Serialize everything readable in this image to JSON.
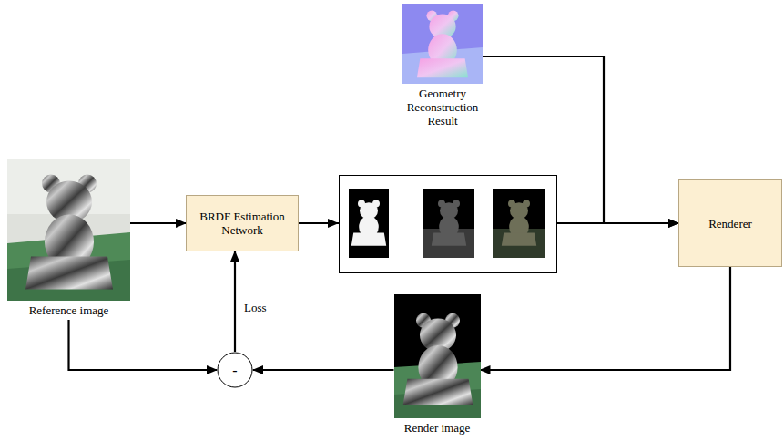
{
  "diagram": {
    "nodes": [
      {
        "text": [
          "Reference image"
        ]
      },
      {
        "text": [
          "BRDF Estimation Network"
        ]
      },
      {
        "text": [
          "Geometry Reconstruction Result"
        ]
      },
      {
        "text": [
          "Renderer"
        ]
      },
      {
        "text": [
          "Render image"
        ]
      },
      {
        "text": [
          "-"
        ]
      }
    ],
    "edges": [
      {
        "from": 0,
        "to": 1,
        "arrow": "to"
      },
      {
        "from": 1,
        "to": 3,
        "arrow": "to"
      },
      {
        "from": 2,
        "to": 3,
        "arrow": "to"
      },
      {
        "from": 3,
        "to": 4,
        "arrow": "to"
      },
      {
        "from": 4,
        "to": 5,
        "arrow": "to"
      },
      {
        "from": 0,
        "to": 5,
        "arrow": "to"
      },
      {
        "from": 5,
        "to": 1,
        "label": "Loss",
        "arrow": "to"
      }
    ]
  }
}
